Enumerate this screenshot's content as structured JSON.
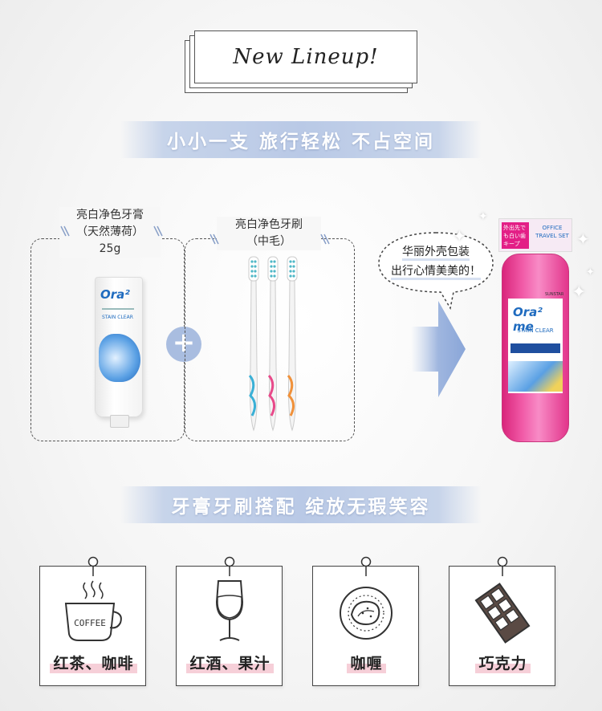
{
  "header": {
    "title": "New Lineup!"
  },
  "banners": [
    {
      "text": "小小一支 旅行轻松 不占空间"
    },
    {
      "text": "牙膏牙刷搭配 绽放无瑕笑容"
    }
  ],
  "products": {
    "toothpaste": {
      "line1": "亮白净色牙膏",
      "line2": "（天然薄荷）",
      "line3": "25g",
      "brand": "Ora²",
      "tube_text": "STAIN CLEAR"
    },
    "toothbrush": {
      "line1": "亮白净色牙刷",
      "line2": "（中毛）"
    },
    "plus_symbol": "+",
    "travel_set": {
      "top_jp": "外出先でも白い歯キープ",
      "top_en": "OFFICE TRAVEL SET",
      "brand": "Ora² me",
      "sub": "STAIN CLEAR",
      "maker": "SUNSTAR"
    }
  },
  "bubble": {
    "line1": "华丽外壳包装",
    "line2": "出行心情美美的！"
  },
  "tiles": [
    {
      "label": "红茶、咖啡",
      "icon": "coffee-cup-icon",
      "icon_text": "COFFEE"
    },
    {
      "label": "红酒、果汁",
      "icon": "wine-glass-icon"
    },
    {
      "label": "咖喱",
      "icon": "curry-plate-icon"
    },
    {
      "label": "巧克力",
      "icon": "chocolate-bar-icon"
    }
  ],
  "colors": {
    "banner": "#b9c9e6",
    "plus": "#a9bde0",
    "label_highlight": "#f6cfd8",
    "brand_blue": "#1f6bbf",
    "case_pink": "#f15aa7"
  }
}
